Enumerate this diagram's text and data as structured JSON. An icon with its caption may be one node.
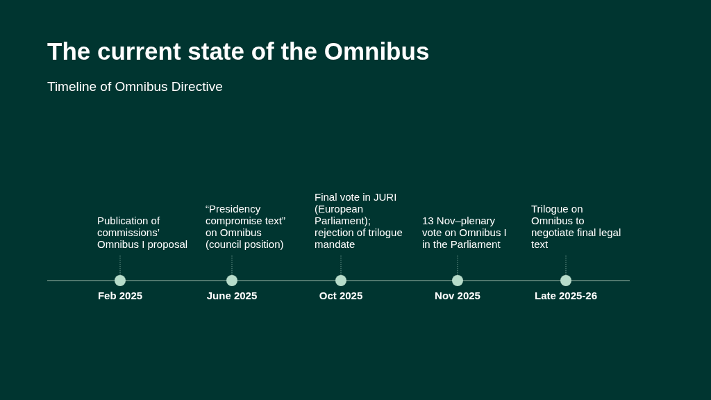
{
  "diagram": {
    "title": "The current state of the Omnibus",
    "caption": "Timeline of Omnibus Directive",
    "nodes": [
      {
        "text": [
          "Publication of commissions’ Omnibus I proposal"
        ]
      },
      {
        "text": [],
        "shape": "circle",
        "beside": [
          "Feb 2025"
        ]
      },
      {
        "text": [
          "“Presidency compromise text” on Omnibus (council position)"
        ]
      },
      {
        "text": [],
        "shape": "circle",
        "beside": [
          "June 2025"
        ]
      },
      {
        "text": [
          "Final vote in JURI (European Parliament); rejection of trilogue mandate"
        ]
      },
      {
        "text": [],
        "shape": "circle",
        "beside": [
          "Oct 2025"
        ]
      },
      {
        "text": [
          "13 Nov–plenary vote on Omnibus I in the Parliament"
        ]
      },
      {
        "text": [],
        "shape": "circle",
        "beside": [
          "Nov 2025"
        ]
      },
      {
        "text": [
          "Trilogue on Omnibus to negotiate final legal text"
        ]
      },
      {
        "text": [],
        "shape": "circle",
        "beside": [
          "Late 2025-26"
        ]
      }
    ],
    "edges": [
      {
        "from": 0,
        "to": 1,
        "arrow": "none",
        "style": "dashed"
      },
      {
        "from": 2,
        "to": 3,
        "arrow": "none",
        "style": "dashed"
      },
      {
        "from": 4,
        "to": 5,
        "arrow": "none",
        "style": "dashed"
      },
      {
        "from": 6,
        "to": 7,
        "arrow": "none",
        "style": "dashed"
      },
      {
        "from": 8,
        "to": 9,
        "arrow": "none",
        "style": "dashed"
      }
    ]
  }
}
